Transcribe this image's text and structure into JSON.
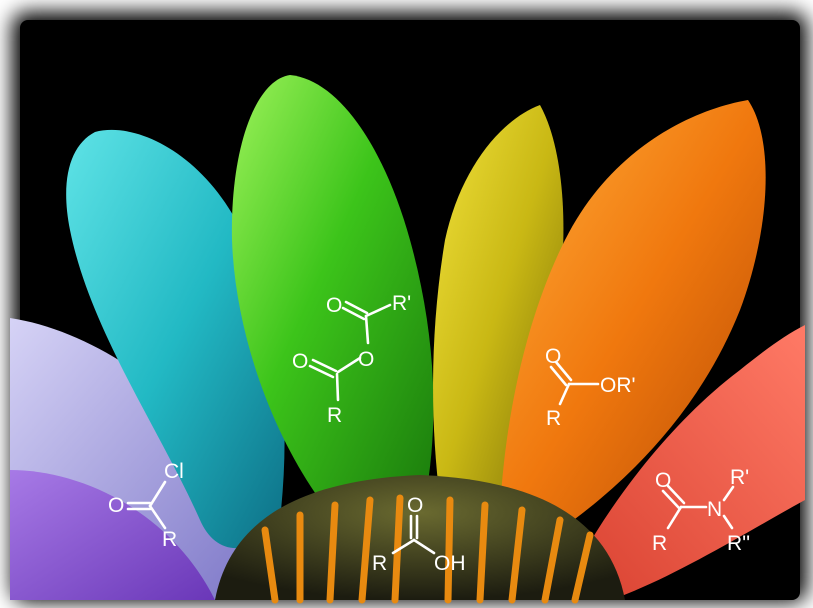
{
  "image": {
    "subject": "colored flower petals with chemical structures",
    "colors": {
      "background": "#000000",
      "lavender": "#a9a4e8",
      "purple": "#8e58d6",
      "cyan": "#2fc7cc",
      "green": "#3fc81a",
      "yellow": "#d4c41a",
      "orange": "#f07d12",
      "red": "#f35a48",
      "center": "#2a2a18",
      "stamen": "#e88a10"
    }
  },
  "structures": {
    "acid_chloride": {
      "o": "O",
      "cl": "Cl",
      "r": "R"
    },
    "anhydride": {
      "o_top": "O",
      "r_prime": "R'",
      "o_bridge": "O",
      "o_bottom": "O",
      "r": "R"
    },
    "carboxylic_acid": {
      "o": "O",
      "r": "R",
      "oh": "OH"
    },
    "ester": {
      "o": "O",
      "or_prime": "OR'",
      "r": "R"
    },
    "amide": {
      "o": "O",
      "n": "N",
      "r_prime": "R'",
      "r": "R",
      "r_double_prime": "R''"
    }
  }
}
